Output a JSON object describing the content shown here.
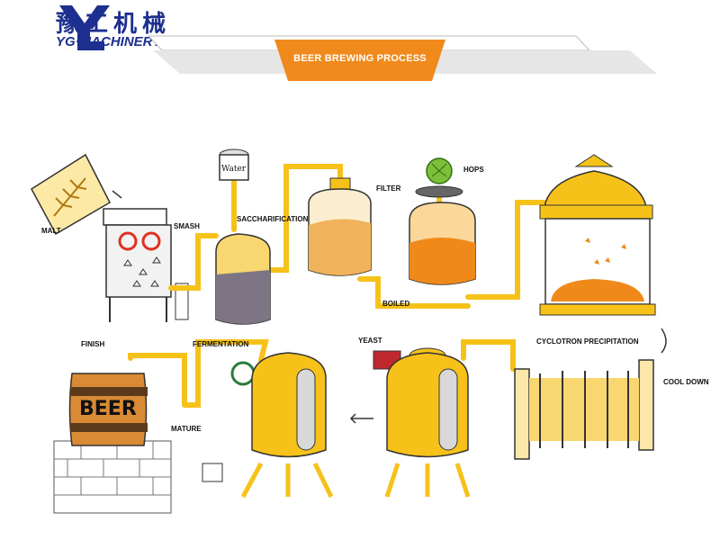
{
  "header": {
    "brand_cn": "豫工机械",
    "brand_en": "YG·MACHINERY",
    "banner_title": "BEER BREWING PROCESS"
  },
  "labels": {
    "malt": "MALT",
    "smash": "SMASH",
    "saccharification": "SACCHARIFICATION",
    "filter": "FILTER",
    "hops": "HOPS",
    "boiled": "BOILED",
    "cyclotron": "CYCLOTRON PRECIPITATION",
    "cool_down": "COOL DOWN",
    "yeast": "YEAST",
    "fermentation": "FERMENTATION",
    "finish": "FINISH",
    "mature": "MATURE",
    "water": "Water",
    "barrel": "BEER"
  },
  "colors": {
    "brand_blue": "#1d2f8f",
    "banner_orange": "#f08a1c",
    "pipe_yellow": "#f6c21a",
    "liquid_orange": "#ef8a1a",
    "sediment_gray": "#7d7484"
  }
}
